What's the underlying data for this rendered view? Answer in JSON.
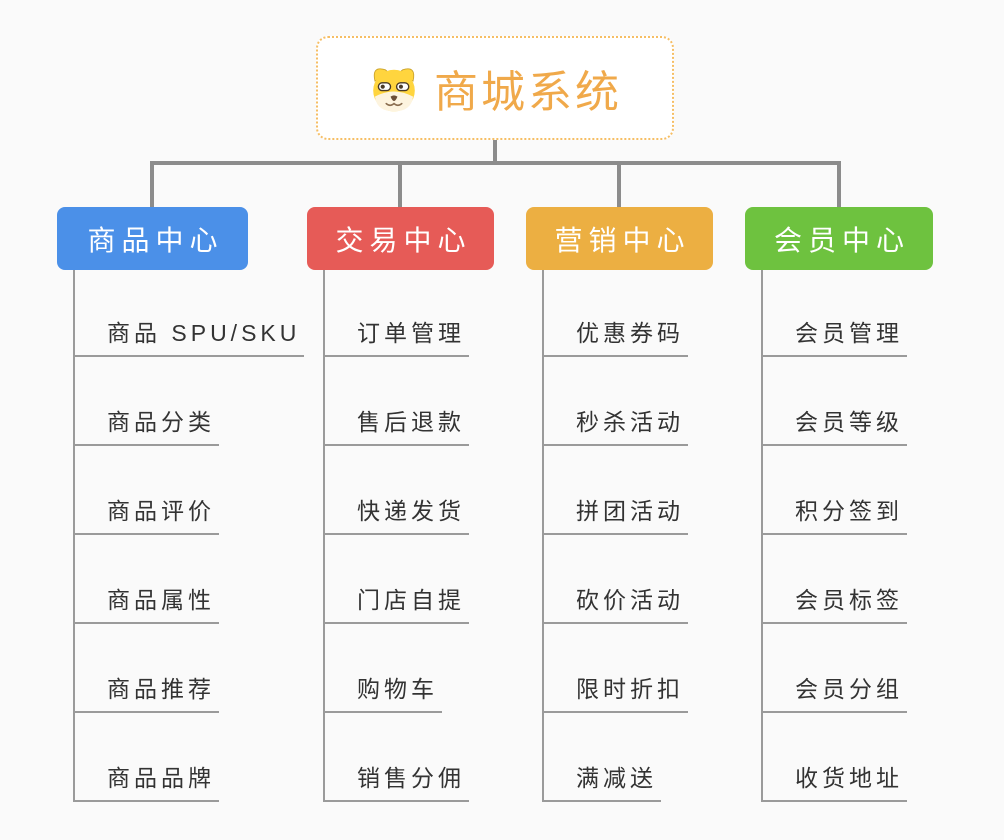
{
  "root": {
    "title": "商城系统",
    "icon": "dog-face-icon",
    "title_color": "#f0a94a",
    "border_color": "#f6be64"
  },
  "connector_color": "#8c8c8c",
  "underline_color": "#9a9a9a",
  "branches": [
    {
      "id": "product",
      "label": "商品中心",
      "color": "#4b90e8",
      "children": [
        "商品 SPU/SKU",
        "商品分类",
        "商品评价",
        "商品属性",
        "商品推荐",
        "商品品牌"
      ]
    },
    {
      "id": "trade",
      "label": "交易中心",
      "color": "#e65b57",
      "children": [
        "订单管理",
        "售后退款",
        "快递发货",
        "门店自提",
        "购物车",
        "销售分佣"
      ]
    },
    {
      "id": "marketing",
      "label": "营销中心",
      "color": "#ecaf42",
      "children": [
        "优惠券码",
        "秒杀活动",
        "拼团活动",
        "砍价活动",
        "限时折扣",
        "满减送"
      ]
    },
    {
      "id": "member",
      "label": "会员中心",
      "color": "#6ec23f",
      "children": [
        "会员管理",
        "会员等级",
        "积分签到",
        "会员标签",
        "会员分组",
        "收货地址"
      ]
    }
  ]
}
